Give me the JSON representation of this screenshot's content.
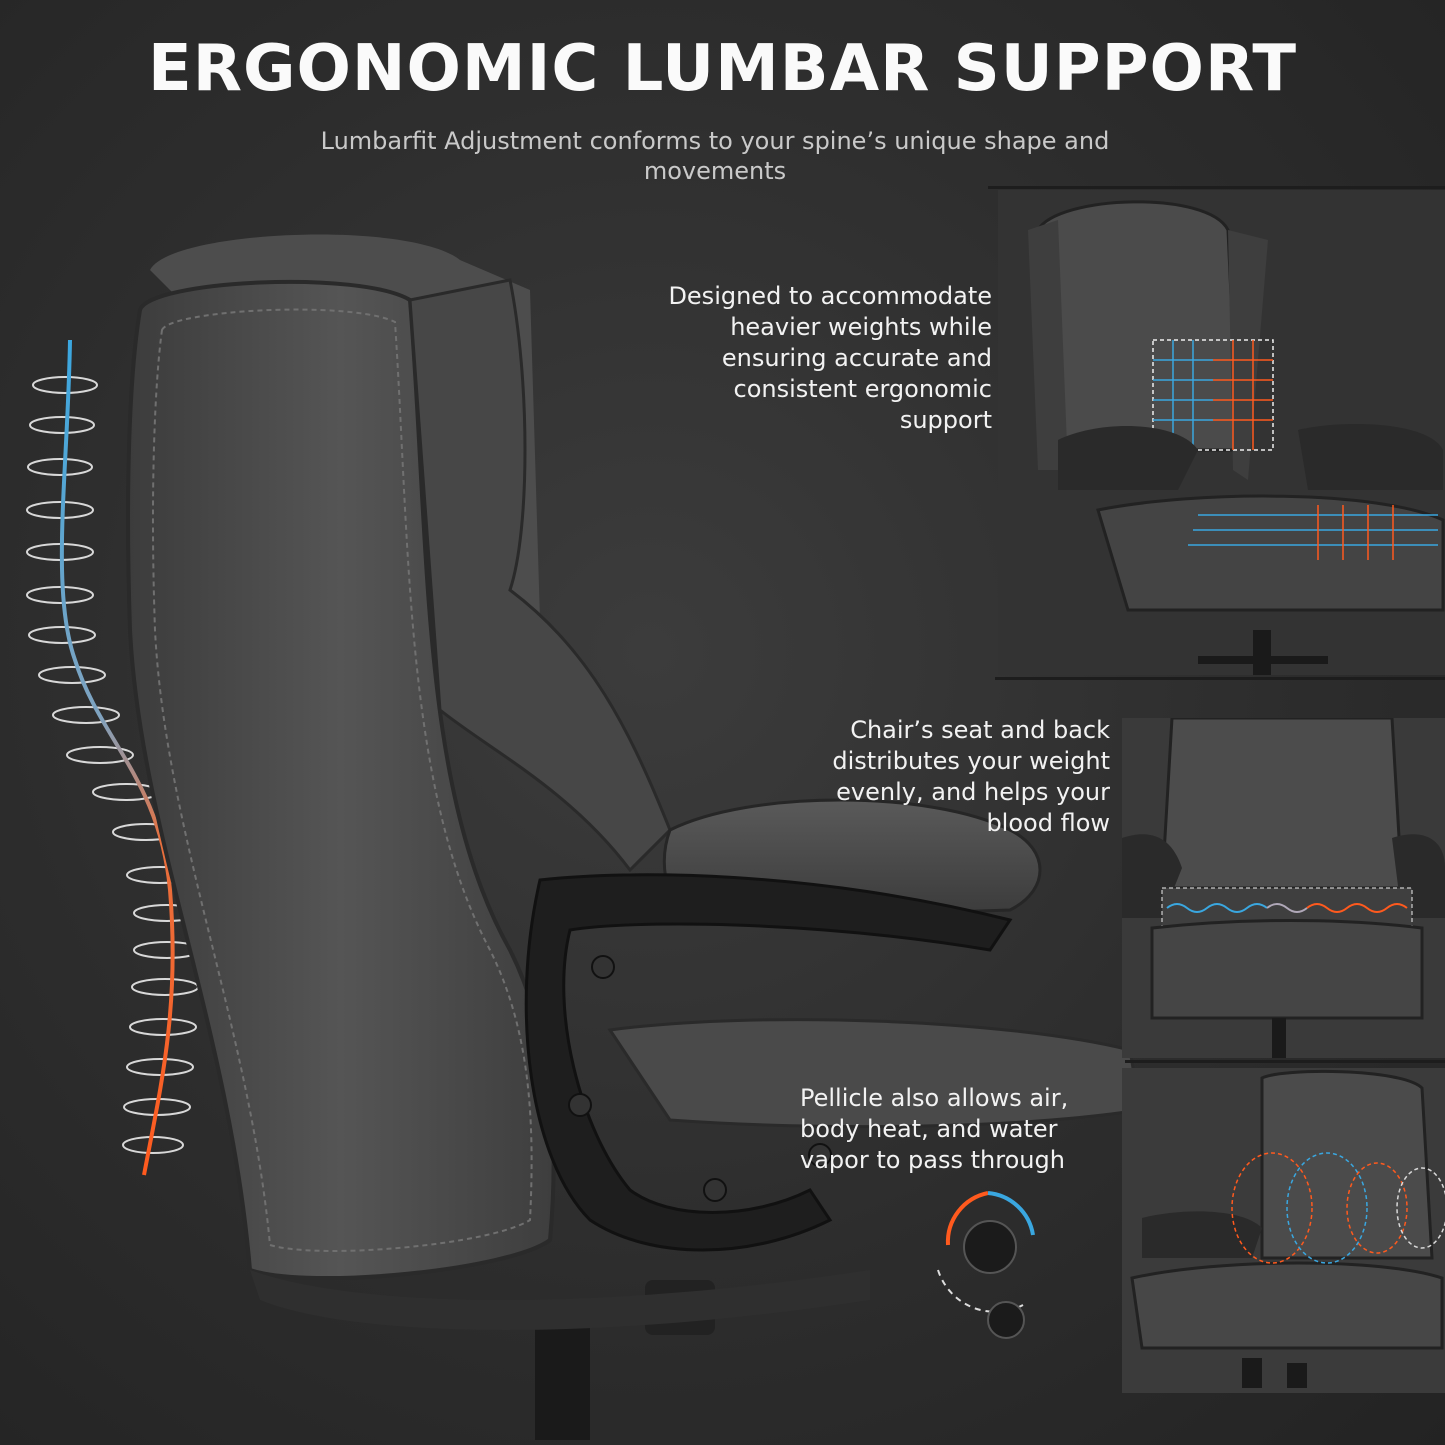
{
  "header": {
    "title": "ERGONOMIC LUMBAR SUPPORT",
    "subtitle": "Lumbarfit Adjustment conforms to your spine’s unique shape and movements"
  },
  "callouts": [
    {
      "text": "Designed to accommodate heavier weights while ensuring accurate and consistent ergonomic support"
    },
    {
      "text": "Chair’s seat and back distributes your weight evenly, and helps your blood flow"
    },
    {
      "text": "Pellicle also allows air, body heat, and water vapor to pass through"
    }
  ],
  "colors": {
    "background": "#2e2e2e",
    "spine_cool": "#3aa7e0",
    "spine_warm": "#ff5a1e",
    "leather": "#4a4a4a"
  },
  "icons": {
    "spine": "spine-diagram-icon",
    "adjust_knob": "tilt-knob-icon"
  }
}
